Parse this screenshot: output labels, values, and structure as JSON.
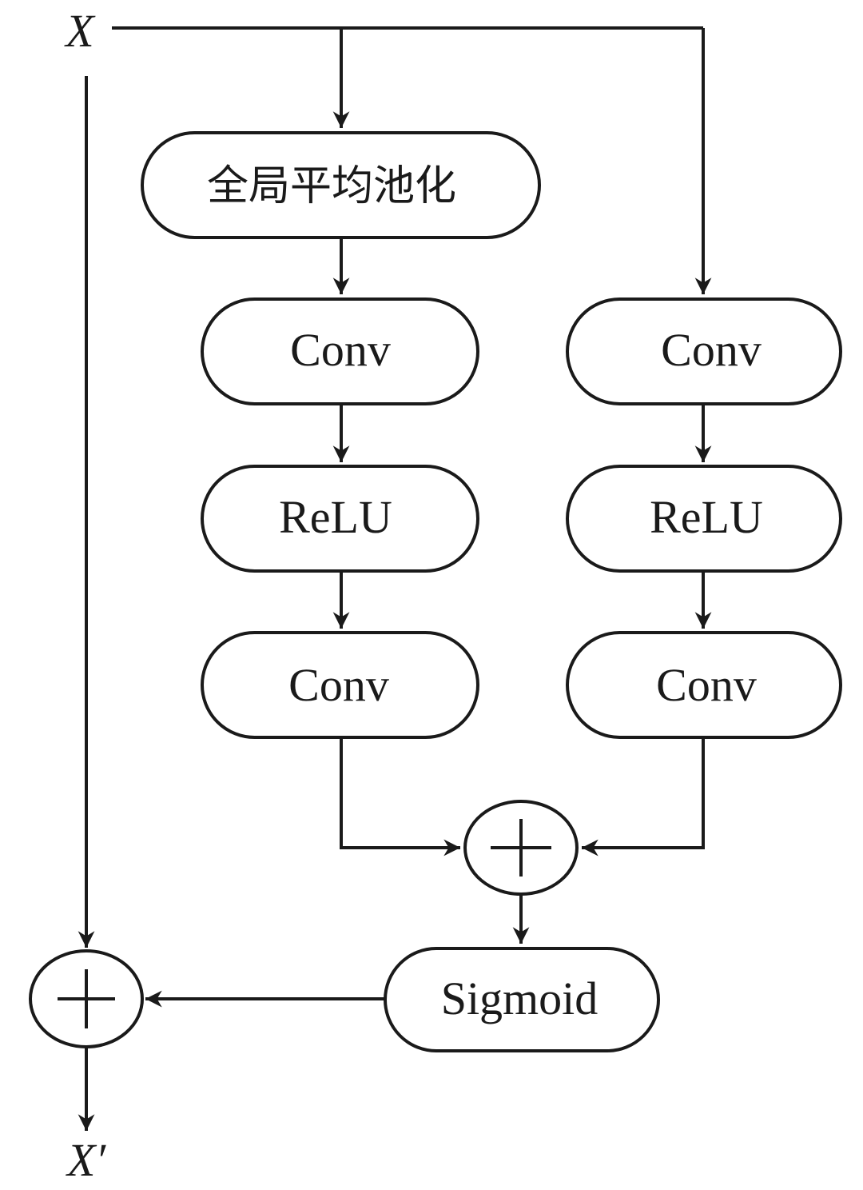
{
  "input_label": "X",
  "output_label": "X′",
  "nodes": {
    "gap": "全局平均池化",
    "left_conv1": "Conv",
    "left_relu": "ReLU",
    "left_conv2": "Conv",
    "right_conv1": "Conv",
    "right_relu": "ReLU",
    "right_conv2": "Conv",
    "sigmoid": "Sigmoid"
  },
  "colors": {
    "stroke": "#1a1a1a",
    "background": "#ffffff"
  }
}
